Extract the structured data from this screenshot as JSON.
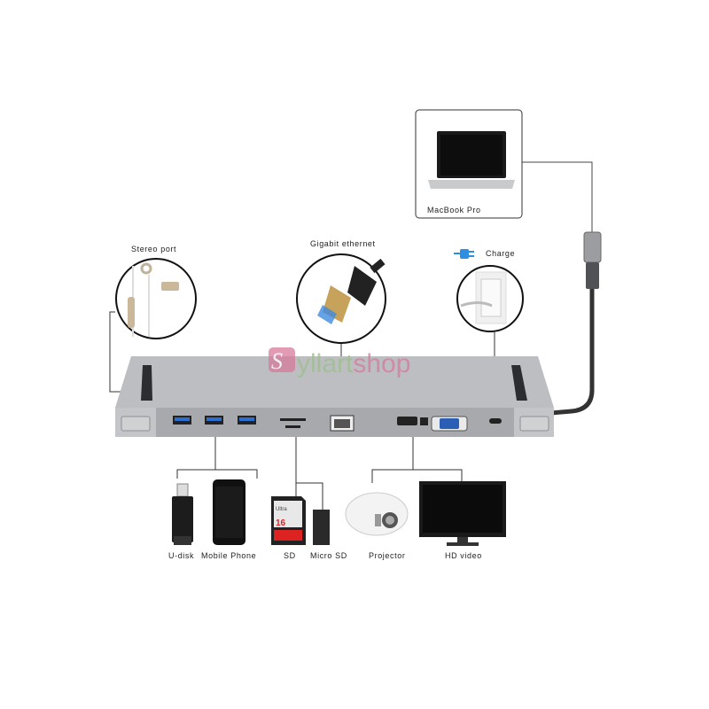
{
  "laptop": {
    "label": "MacBook Pro"
  },
  "ports": {
    "stereo": "Stereo port",
    "ethernet": "Gigabit ethernet",
    "charge": "Charge"
  },
  "devices": {
    "udisk": "U-disk",
    "phone": "Mobile Phone",
    "sd": "SD",
    "microsd": "Micro SD",
    "projector": "Projector",
    "hdvideo": "HD video"
  },
  "sd_card": {
    "brand": "Ultra",
    "capacity": "16"
  },
  "watermark": "Syllartshop",
  "colors": {
    "hub": "#b9bbbf",
    "hub_front": "#a4a6aa",
    "charge_icon": "#2e8fe0",
    "watermark_pink": "#d77a9a",
    "watermark_green": "#9cc08a"
  }
}
